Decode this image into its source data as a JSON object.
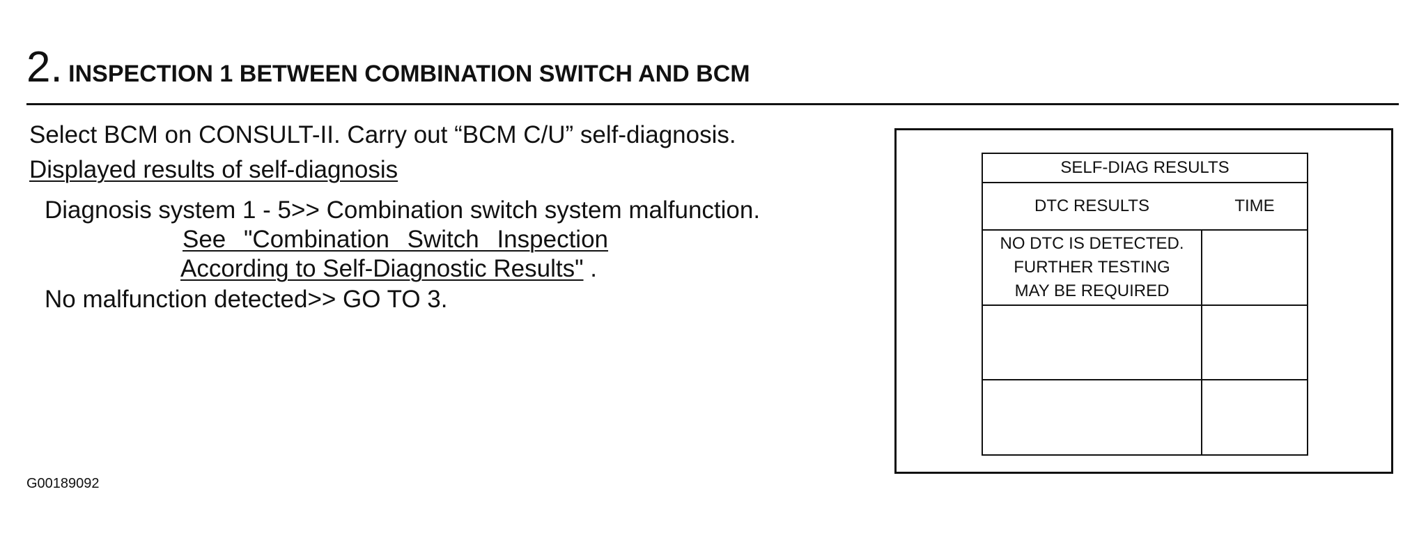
{
  "heading": {
    "number": "2.",
    "title": "INSPECTION 1 BETWEEN COMBINATION SWITCH AND BCM"
  },
  "body": {
    "instruction": "Select BCM on CONSULT-II. Carry out “BCM C/U” self-diagnosis.",
    "results_label": "Displayed results of self-diagnosis",
    "result1_text": "Diagnosis system 1 - 5>> Combination switch system malfunction.",
    "result1_link_line1": "See \"Combination Switch Inspection",
    "result1_link_line2": "According to Self-Diagnostic Results\"",
    "result1_link_end": " .",
    "result2_text": "No malfunction detected>> GO TO 3."
  },
  "figure_id": "G00189092",
  "screen": {
    "title": "SELF-DIAG RESULTS",
    "col_dtc": "DTC RESULTS",
    "col_time": "TIME",
    "row1_line1": "NO DTC IS DETECTED.",
    "row1_line2": "FURTHER TESTING",
    "row1_line3": "MAY BE REQUIRED"
  }
}
